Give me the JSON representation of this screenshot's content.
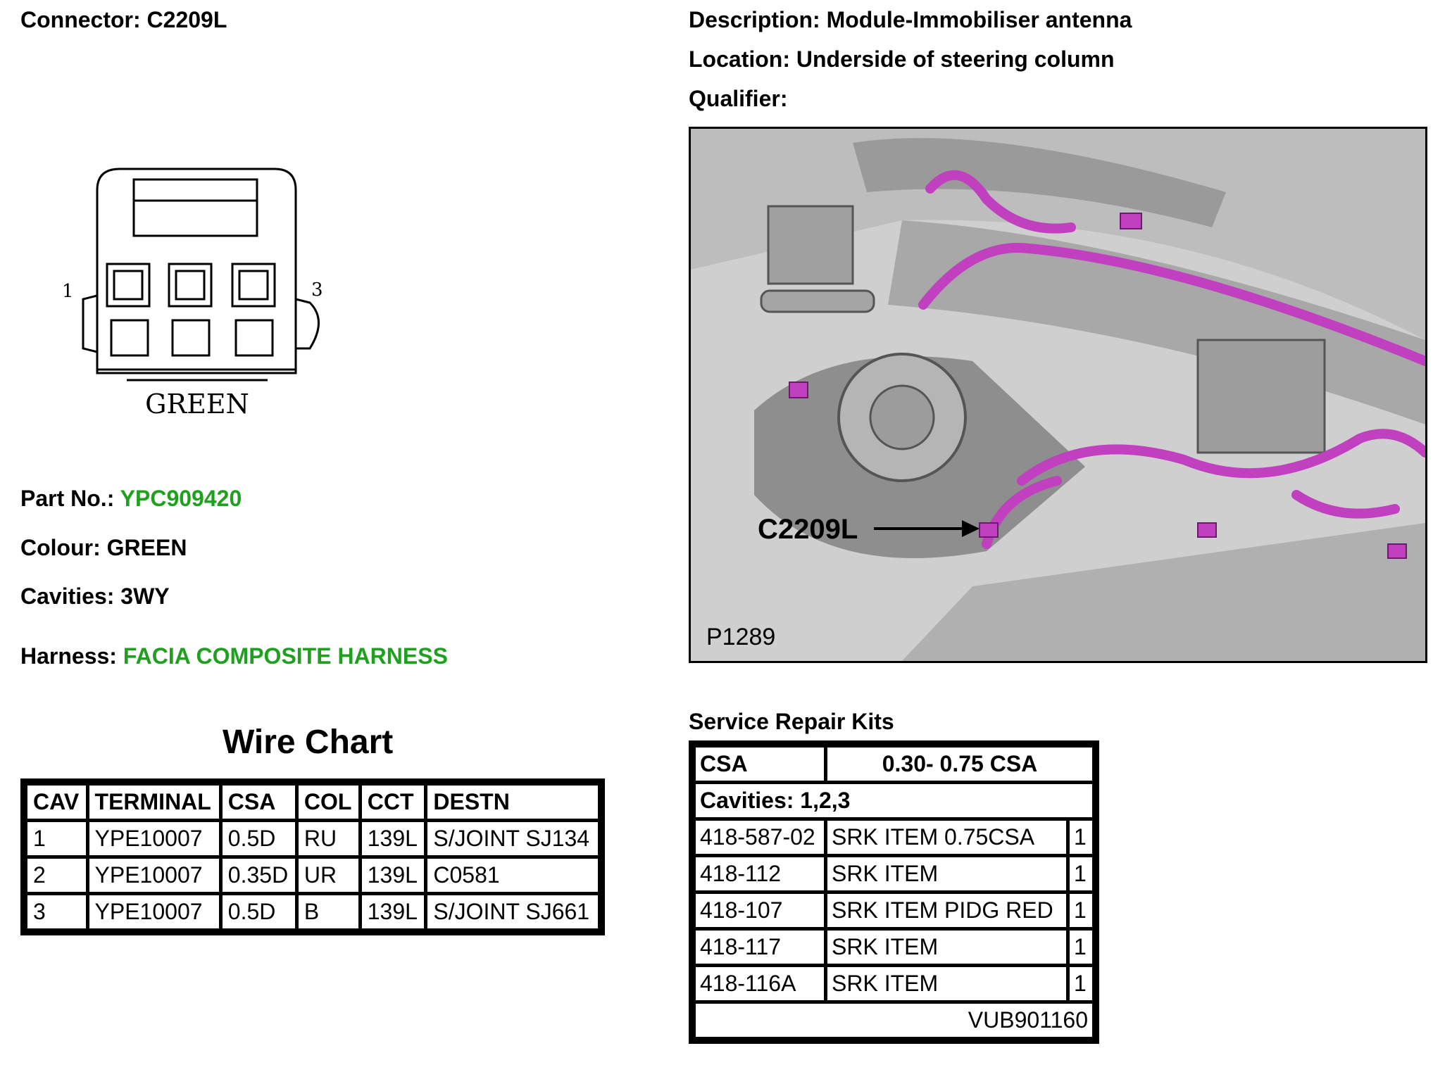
{
  "connector": {
    "label": "Connector:",
    "value": "C2209L"
  },
  "description": {
    "label": "Description:",
    "value": "Module-Immobiliser antenna"
  },
  "location": {
    "label": "Location:",
    "value": "Underside of steering column"
  },
  "qualifier": {
    "label": "Qualifier:",
    "value": ""
  },
  "connector_diagram": {
    "pin_left": "1",
    "pin_right": "3",
    "colour_label": "GREEN"
  },
  "part_no": {
    "label": "Part No.:",
    "value": "YPC909420"
  },
  "colour": {
    "label": "Colour:",
    "value": "GREEN"
  },
  "cavities": {
    "label": "Cavities:",
    "value": "3WY"
  },
  "harness": {
    "label": "Harness:",
    "value": "FACIA COMPOSITE HARNESS"
  },
  "photo": {
    "callout": "C2209L",
    "ref": "P1289"
  },
  "wire_chart": {
    "title": "Wire Chart",
    "headers": [
      "CAV",
      "TERMINAL",
      "CSA",
      "COL",
      "CCT",
      "DESTN"
    ],
    "rows": [
      [
        "1",
        "YPE10007",
        "0.5D",
        "RU",
        "139L",
        "S/JOINT SJ134"
      ],
      [
        "2",
        "YPE10007",
        "0.35D",
        "UR",
        "139L",
        "C0581"
      ],
      [
        "3",
        "YPE10007",
        "0.5D",
        "B",
        "139L",
        "S/JOINT SJ661"
      ]
    ]
  },
  "service_kits": {
    "title": "Service Repair Kits",
    "csa_label": "CSA",
    "csa_value": "0.30- 0.75 CSA",
    "cavities": "Cavities: 1,2,3",
    "rows": [
      [
        "418-587-02",
        "SRK ITEM 0.75CSA",
        "1"
      ],
      [
        "418-112",
        "SRK ITEM",
        "1"
      ],
      [
        "418-107",
        "SRK ITEM PIDG RED",
        "1"
      ],
      [
        "418-117",
        "SRK ITEM",
        "1"
      ],
      [
        "418-116A",
        "SRK ITEM",
        "1"
      ]
    ],
    "footer": "VUB901160"
  },
  "colors": {
    "green_text": "#1fa01f",
    "harness_magenta": "#c040c0"
  }
}
